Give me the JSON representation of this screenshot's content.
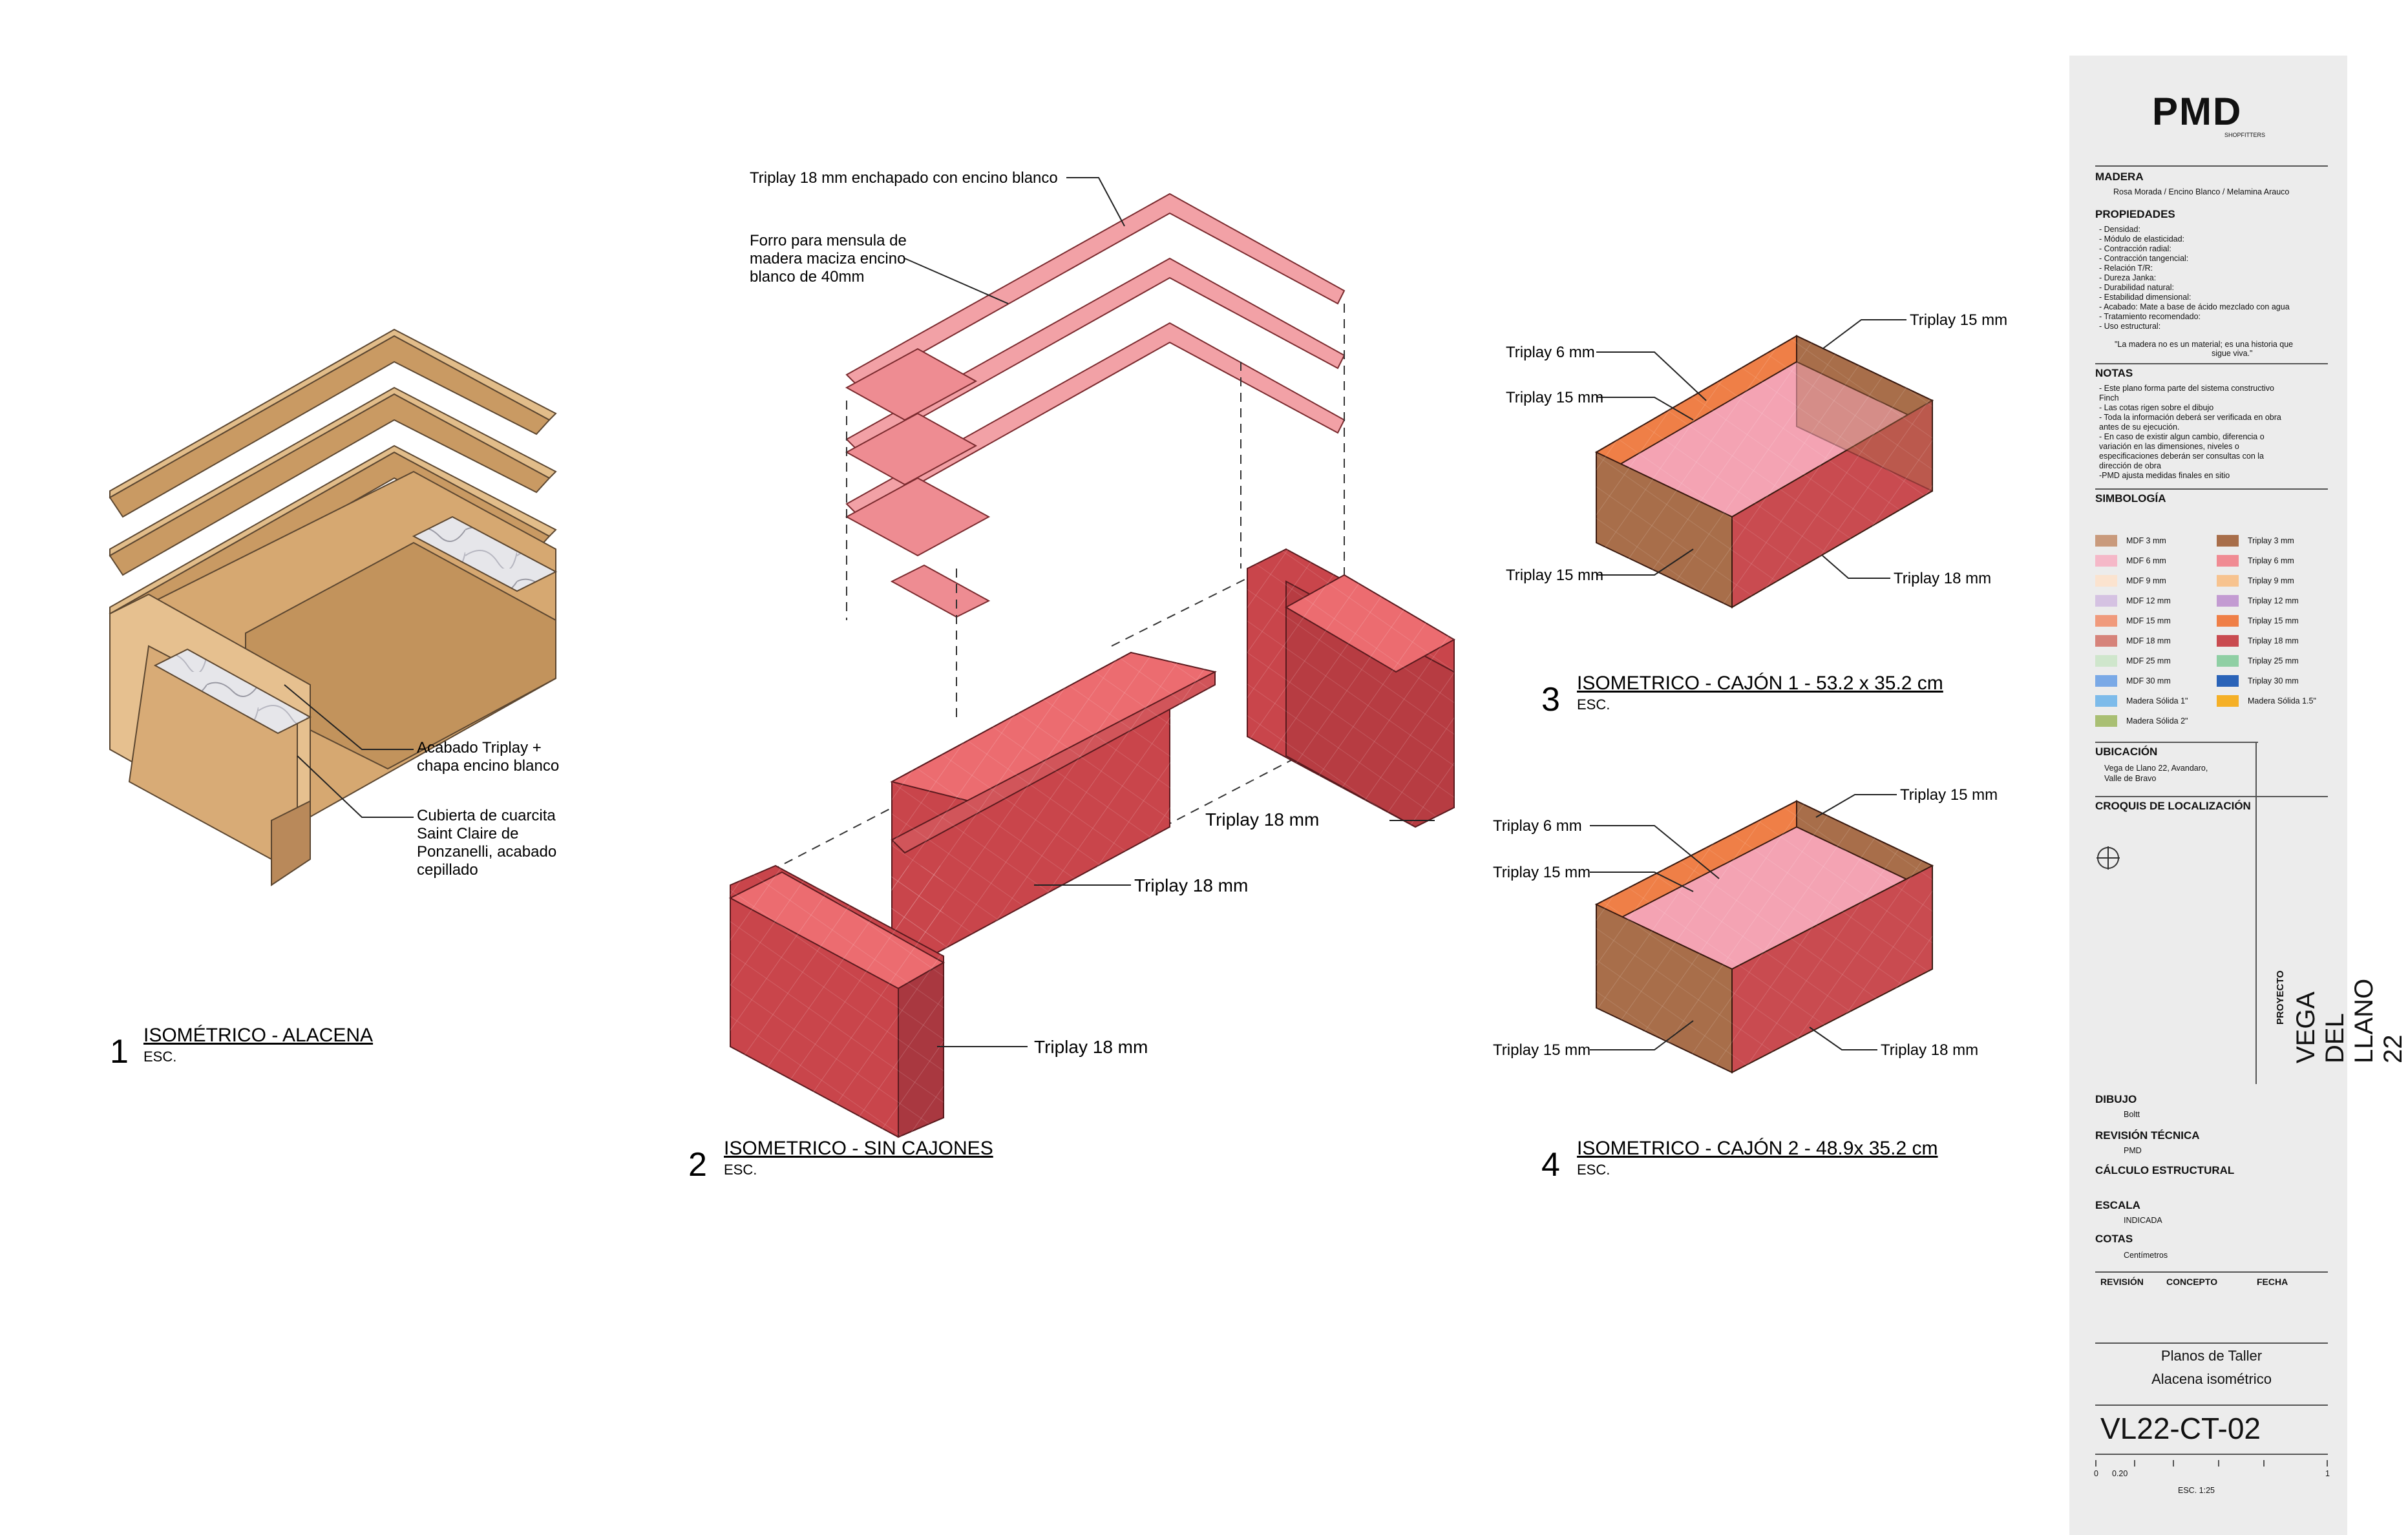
{
  "callouts": {
    "c1": "Triplay 18 mm enchapado con encino blanco",
    "c2a": "Forro para mensula de",
    "c2b": "madera maciza encino",
    "c2c": "blanco de 40mm",
    "c3a": "Acabado Triplay +",
    "c3b": "chapa encino blanco",
    "c4a": "Cubierta de cuarcita",
    "c4b": "Saint Claire de",
    "c4c": "Ponzanelli, acabado",
    "c4d": "cepillado",
    "t18": "Triplay 18 mm",
    "t15": "Triplay 15 mm",
    "t6": "Triplay 6 mm"
  },
  "views": [
    {
      "num": "1",
      "title": "ISOMÉTRICO - ALACENA",
      "scale": "ESC."
    },
    {
      "num": "2",
      "title": "ISOMETRICO - SIN CAJONES",
      "scale": "ESC."
    },
    {
      "num": "3",
      "title": "ISOMETRICO - CAJÓN 1 - 53.2 x 35.2 cm",
      "scale": "ESC."
    },
    {
      "num": "4",
      "title": "ISOMETRICO - CAJÓN 2 - 48.9x 35.2 cm",
      "scale": "ESC."
    }
  ],
  "titleblock": {
    "logo": "PMD",
    "logo_sub": "SHOPFITTERS",
    "madera_h": "MADERA",
    "madera": "Rosa Morada / Encino Blanco / Melamina Arauco",
    "prop_h": "PROPIEDADES",
    "props": [
      "- Densidad:",
      "- Módulo de elasticidad:",
      "- Contracción radial:",
      "- Contracción tangencial:",
      "- Relación T/R:",
      "- Dureza Janka:",
      "- Durabilidad natural:",
      "- Estabilidad dimensional:",
      "- Acabado: Mate a base de ácido mezclado con agua",
      "- Tratamiento recomendado:",
      "- Uso estructural:"
    ],
    "quote1": "\"La madera no es un material; es una historia que",
    "quote2": "sigue viva.\"",
    "notas_h": "NOTAS",
    "notas": [
      "- Este plano forma parte del sistema constructivo",
      "Finch",
      "- Las cotas rigen sobre el dibujo",
      "- Toda la información deberá ser verificada en obra",
      "antes de su ejecución.",
      "- En caso de existir algun cambio, diferencia o",
      "variación en las dimensiones, niveles o",
      "especificaciones deberán ser consultas con la",
      "dirección de obra",
      "-PMD ajusta medidas finales en sitio"
    ],
    "simb_h": "SIMBOLOGÍA",
    "simb_left": [
      "MDF 3 mm",
      "MDF 6 mm",
      "MDF 9 mm",
      "MDF 12 mm",
      "MDF 15 mm",
      "MDF 18 mm",
      "MDF 25 mm",
      "MDF 30 mm",
      "Madera Sólida 1\"",
      "Madera Sólida 2\""
    ],
    "simb_right": [
      "Triplay 3 mm",
      "Triplay 6 mm",
      "Triplay 9 mm",
      "Triplay 12 mm",
      "Triplay 15 mm",
      "Triplay 18 mm",
      "Triplay 25 mm",
      "Triplay 30 mm",
      "Madera Sólida 1.5\""
    ],
    "colors_left": [
      "#c99a7c",
      "#f5b8c8",
      "#fbe3cf",
      "#d5c2e2",
      "#f09a7c",
      "#d6837a",
      "#cfe6cc",
      "#7aa9e6",
      "#7dbbea",
      "#a9bf73"
    ],
    "colors_right": [
      "#a86e4a",
      "#f08b93",
      "#f7c38f",
      "#c39bd2",
      "#ef7f47",
      "#c94b50",
      "#8fcfa4",
      "#2a63b8",
      "#f5b027"
    ],
    "ubic_h": "UBICACIÓN",
    "ubic1": "Vega de Llano 22, Avandaro,",
    "ubic2": "Valle de Bravo",
    "croquis_h": "CROQUIS DE LOCALIZACIÓN",
    "proyecto_label": "PROYECTO",
    "proyecto": "VEGA DEL LLANO 22",
    "dibujo_h": "DIBUJO",
    "dibujo": "Boltt",
    "rev_h": "REVISIÓN TÉCNICA",
    "rev": "PMD",
    "calc_h": "CÁLCULO ESTRUCTURAL",
    "escala_h": "ESCALA",
    "escala": "INDICADA",
    "cotas_h": "COTAS",
    "cotas": "Centímetros",
    "col_rev": "REVISIÓN",
    "col_con": "CONCEPTO",
    "col_fec": "FECHA",
    "planos": "Planos de Taller",
    "subtitle": "Alacena isométrico",
    "sheet": "VL22-CT-02",
    "bar0": "0",
    "bar020": "0.20",
    "bar1": "1",
    "bar_scale": "ESC. 1:25"
  }
}
